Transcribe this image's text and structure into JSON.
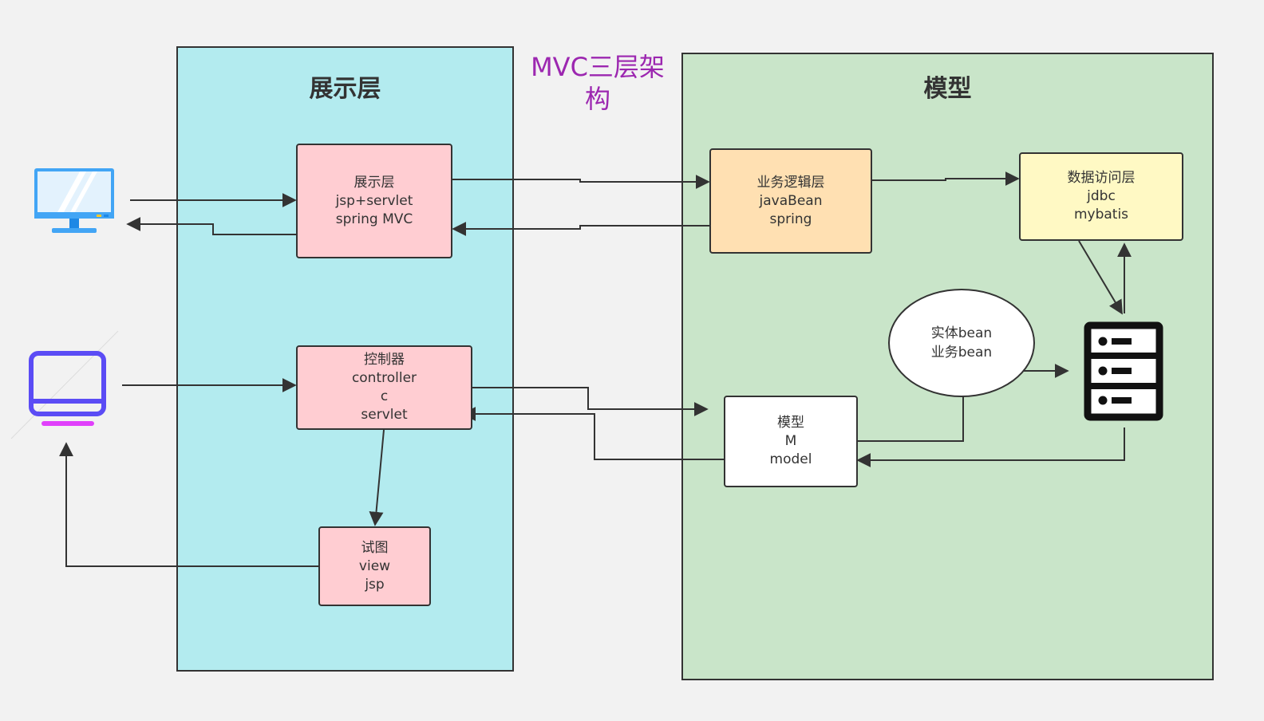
{
  "title": "MVC三层架构",
  "panels": {
    "presentation": {
      "title": "展示层",
      "color": "#b3ebef"
    },
    "model": {
      "title": "模型",
      "color": "#c9e5c9"
    }
  },
  "nodes": {
    "presentation_layer": {
      "lines": [
        "展示层",
        "jsp+servlet",
        "spring MVC"
      ],
      "color": "#ffcdd2"
    },
    "controller": {
      "lines": [
        "控制器",
        "controller",
        "c",
        "servlet"
      ],
      "color": "#ffcdd2"
    },
    "view": {
      "lines": [
        "试图",
        "view",
        "jsp"
      ],
      "color": "#ffcdd2"
    },
    "business_logic": {
      "lines": [
        "业务逻辑层",
        "javaBean",
        "spring"
      ],
      "color": "#ffe0b2"
    },
    "data_access": {
      "lines": [
        "数据访问层",
        "jdbc",
        "mybatis"
      ],
      "color": "#fff9c4"
    },
    "model_m": {
      "lines": [
        "模型",
        "M",
        "model"
      ],
      "color": "#ffffff"
    },
    "beans": {
      "lines": [
        "实体bean",
        "业务bean"
      ],
      "color": "#ffffff"
    }
  },
  "icons": {
    "desktop_top": "monitor-icon",
    "desktop_bottom": "screen-icon",
    "database": "server-icon"
  },
  "colors": {
    "edge": "#333333",
    "title": "#9c27b0"
  }
}
